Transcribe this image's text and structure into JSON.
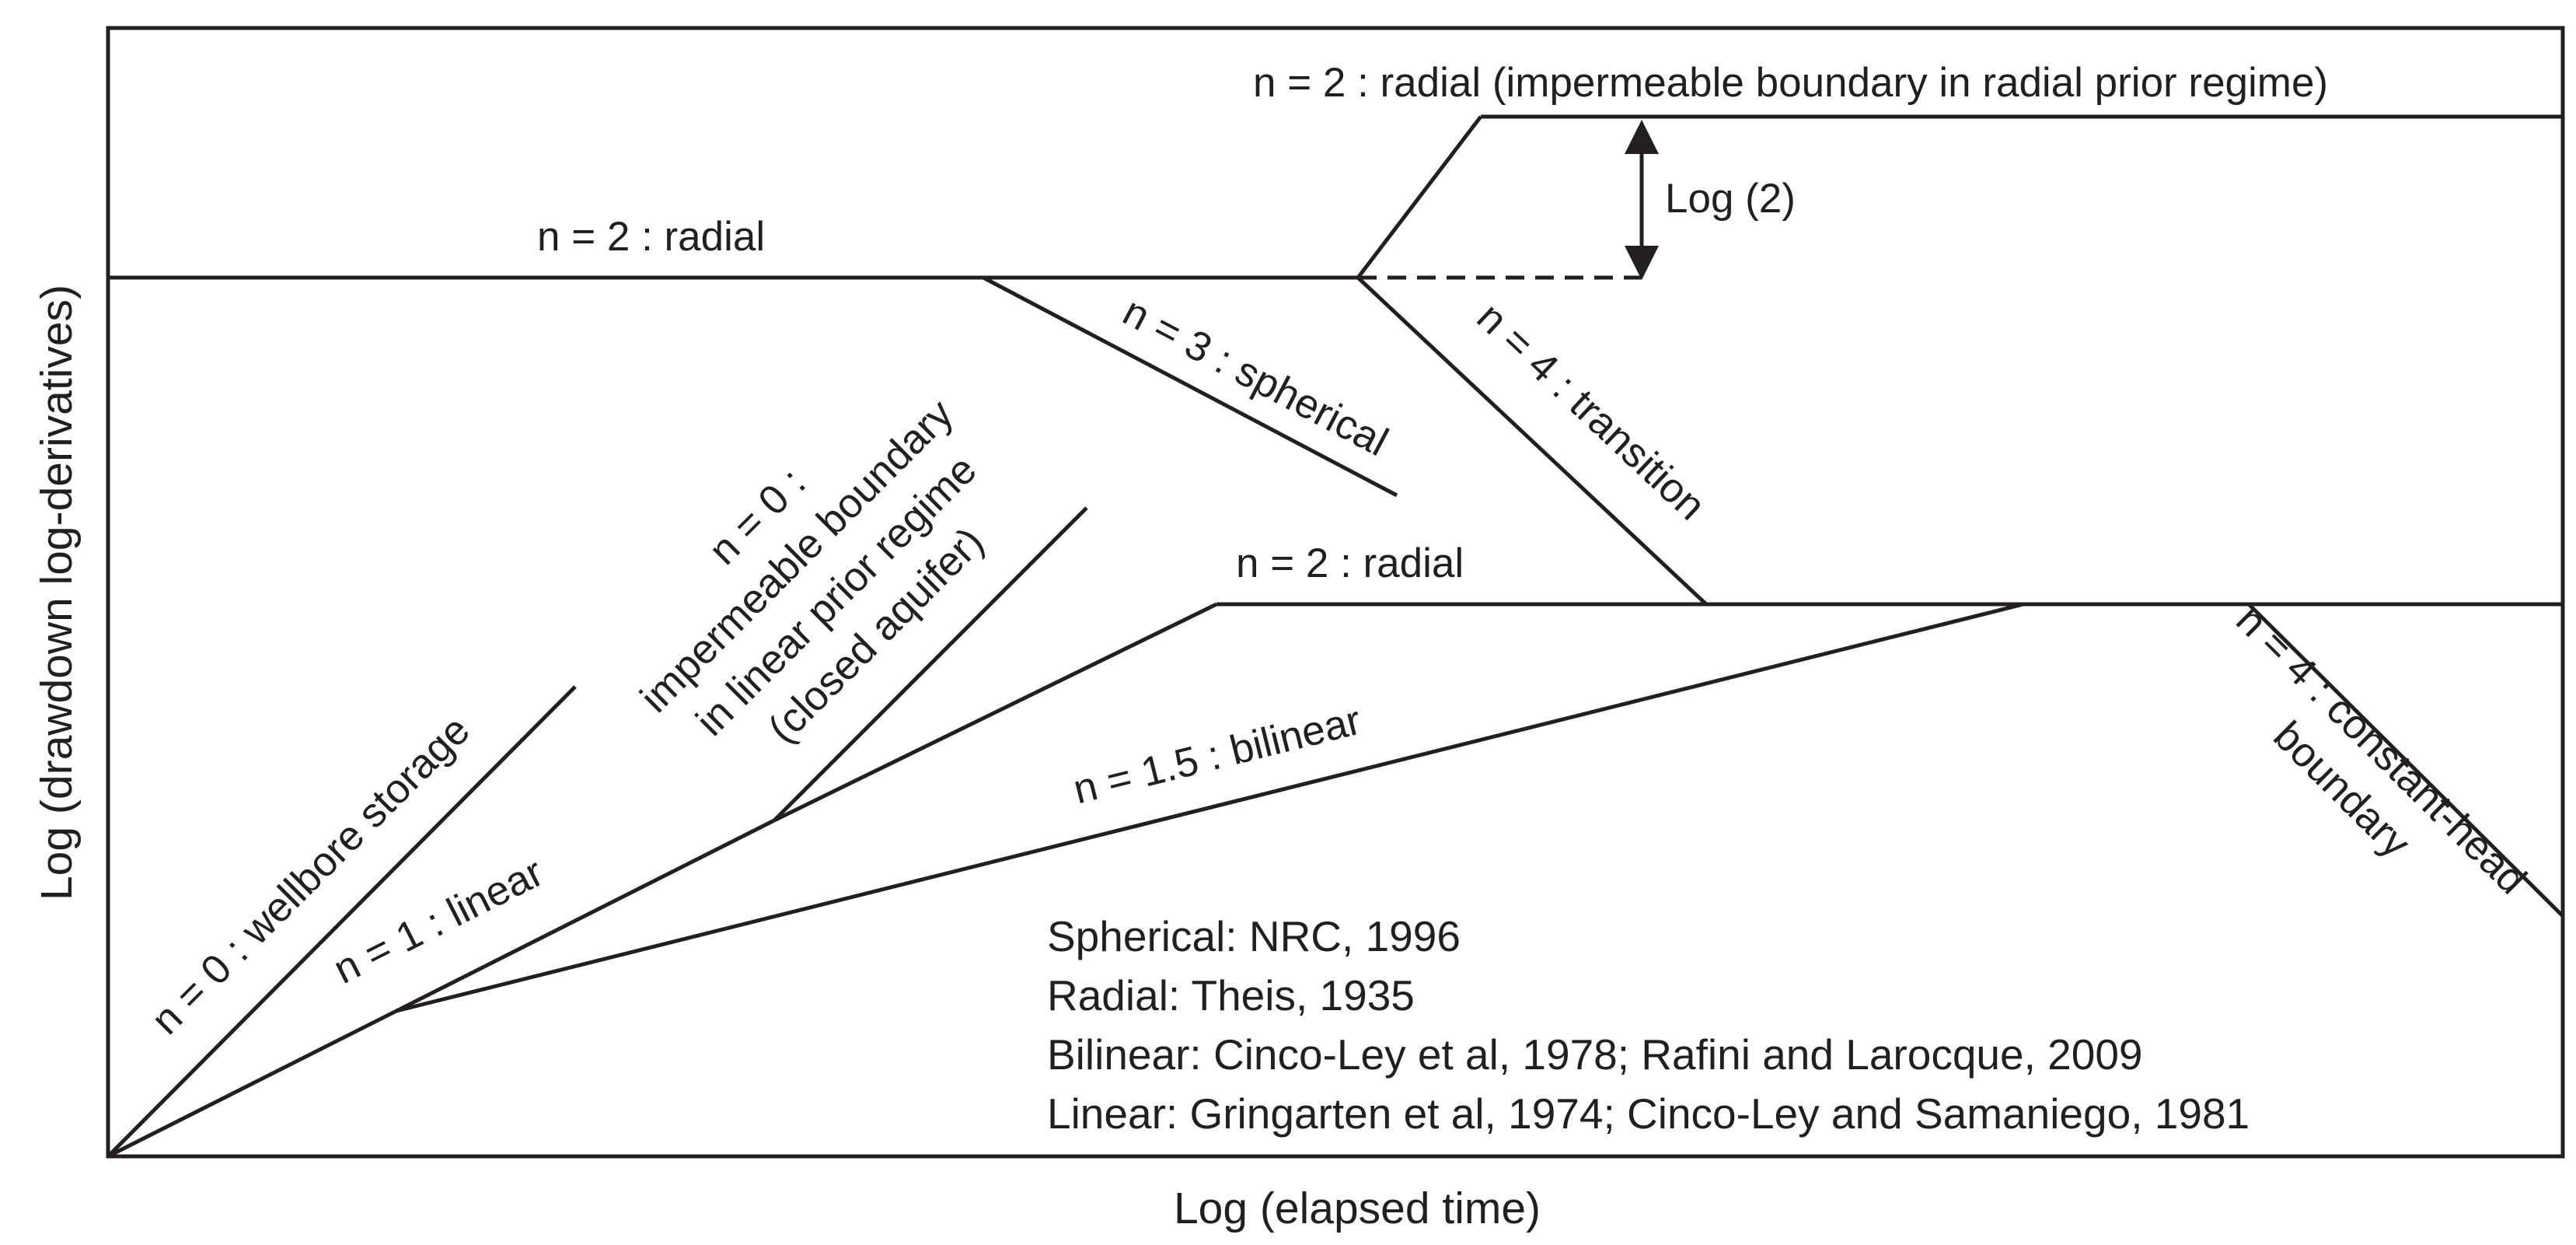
{
  "axes": {
    "x_label": "Log (elapsed time)",
    "y_label": "Log (drawdown log-derivatives)"
  },
  "segments": {
    "wellbore_storage": "n = 0 : wellbore storage",
    "linear": "n = 1 : linear",
    "closed_aquifer": [
      "n = 0 :",
      "impermeable boundary",
      "in linear prior regime",
      "(closed aquifer)"
    ],
    "radial_top": "n = 2 : radial",
    "spherical": "n = 3 : spherical",
    "transition": "n = 4 : transition",
    "radial_boundary": "n = 2 : radial (impermeable boundary in radial prior regime)",
    "log2": "Log (2)",
    "radial_mid": "n = 2 : radial",
    "bilinear": "n = 1.5 : bilinear",
    "constant_head": [
      "n = 4 : constant-head",
      "boundary"
    ]
  },
  "references": [
    "Spherical: NRC, 1996",
    "Radial: Theis, 1935",
    "Bilinear: Cinco-Ley et al, 1978; Rafini and Larocque, 2009",
    "Linear: Gringarten et al, 1974; Cinco-Ley and Samaniego, 1981"
  ],
  "colors": {
    "ink": "#231f20",
    "background": "#ffffff"
  }
}
